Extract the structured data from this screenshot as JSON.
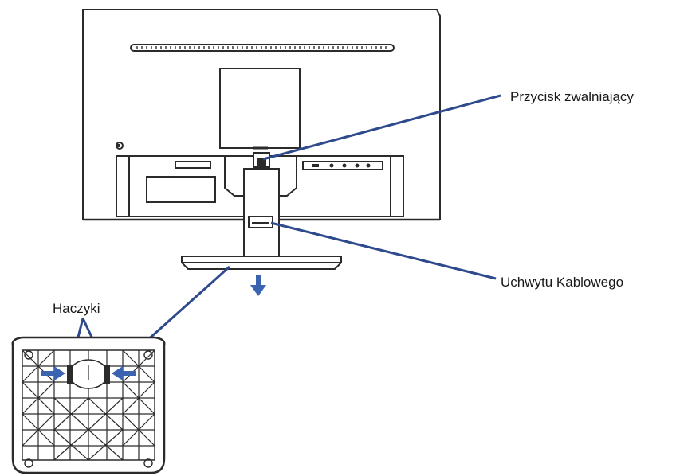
{
  "labels": {
    "release_button": "Przycisk zwalniający",
    "cable_holder": "Uchwytu Kablowego",
    "hooks": "Haczyki"
  },
  "colors": {
    "line": "#2b2b2b",
    "callout": "#2e4a8c",
    "arrow": "#3a63b0"
  }
}
